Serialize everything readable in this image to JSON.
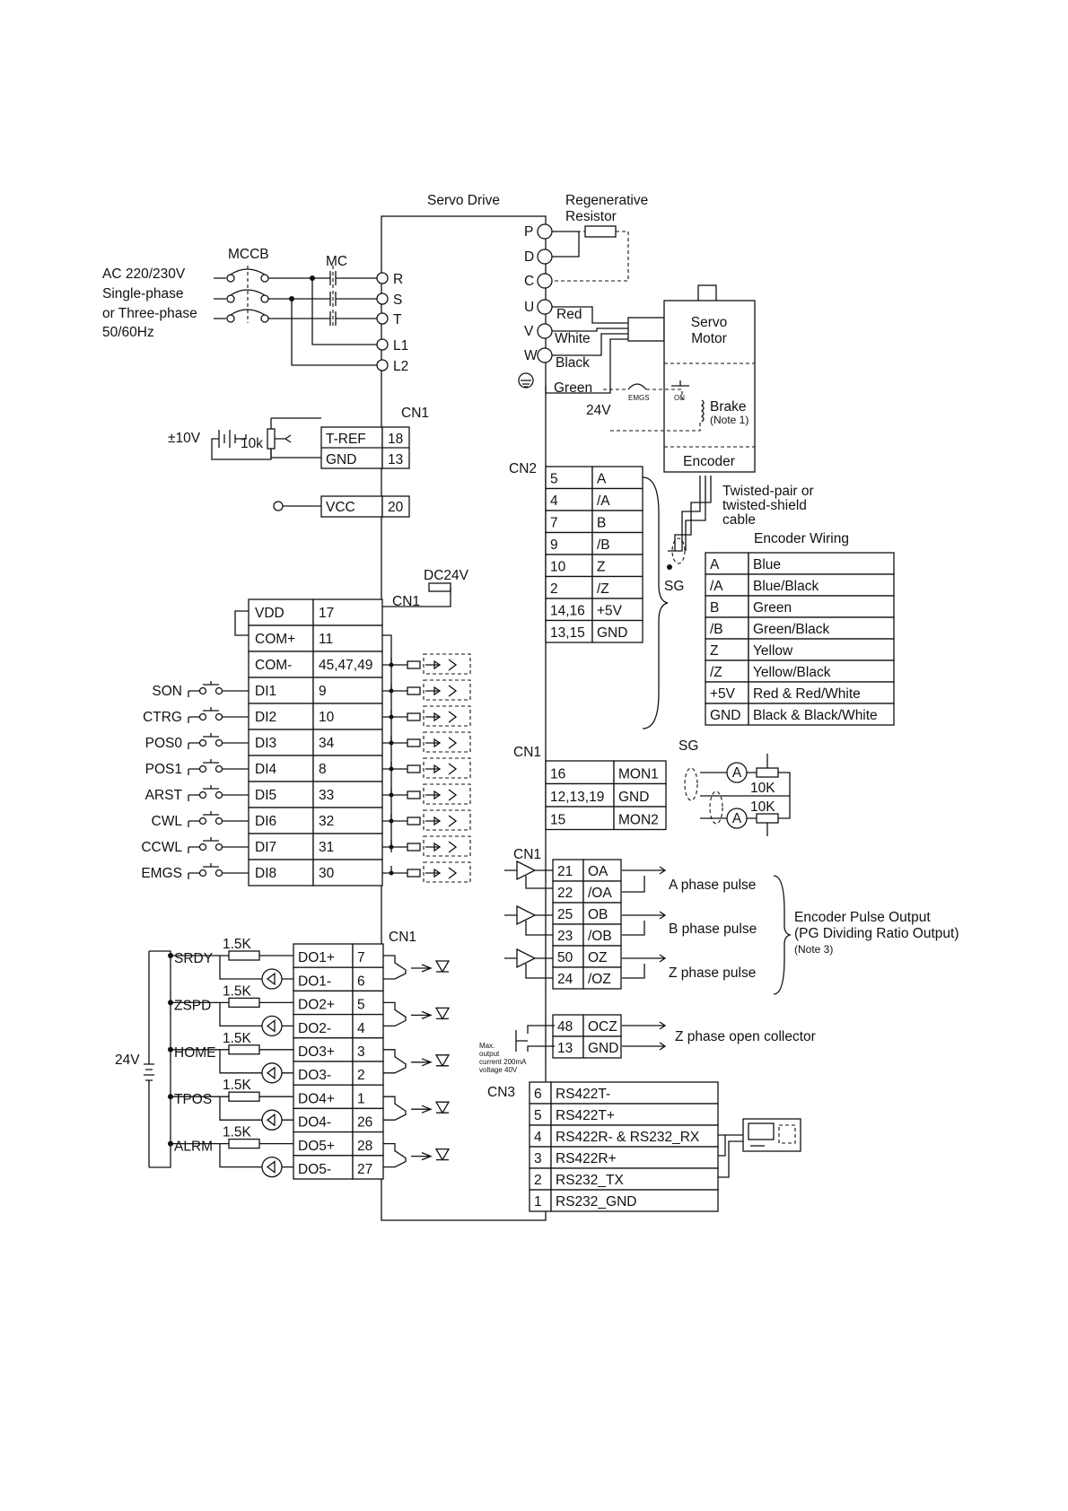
{
  "drive": {
    "title": "Servo Drive"
  },
  "regen": {
    "line1": "Regenerative",
    "line2": "Resistor"
  },
  "power_terms": [
    "P",
    "D",
    "C",
    "U",
    "V",
    "W"
  ],
  "ac": {
    "lines": [
      "AC 220/230V",
      "Single-phase",
      "or Three-phase",
      "50/60Hz"
    ],
    "mccb": "MCCB",
    "mc": "MC",
    "terms": [
      "R",
      "S",
      "T",
      "L1",
      "L2"
    ]
  },
  "motor": {
    "name1": "Servo",
    "name2": "Motor",
    "wires": [
      "Red",
      "White",
      "Black",
      "Green"
    ],
    "brake": "Brake",
    "brake_note": "(Note 1)",
    "emgs": "EMGS",
    "on": "ON",
    "v24": "24V",
    "encoder": "Encoder"
  },
  "cn_labels": {
    "cn1": "CN1",
    "cn2": "CN2",
    "cn3": "CN3"
  },
  "tref": {
    "supply": "±10V",
    "pot": "10k",
    "rows": [
      {
        "name": "T-REF",
        "pin": "18"
      },
      {
        "name": "GND",
        "pin": "13"
      }
    ]
  },
  "vcc": {
    "name": "VCC",
    "pin": "20"
  },
  "dc24v": "DC24V",
  "cn2_rows": [
    {
      "pin": "5",
      "sig": "A"
    },
    {
      "pin": "4",
      "sig": "/A"
    },
    {
      "pin": "7",
      "sig": "B"
    },
    {
      "pin": "9",
      "sig": "/B"
    },
    {
      "pin": "10",
      "sig": "Z"
    },
    {
      "pin": "2",
      "sig": "/Z"
    },
    {
      "pin": "14,16",
      "sig": "+5V"
    },
    {
      "pin": "13,15",
      "sig": "GND"
    }
  ],
  "cable": {
    "line1": "Twisted-pair or",
    "line2": "twisted-shield",
    "line3": "cable",
    "sg": "SG"
  },
  "enc_wiring": {
    "title": "Encoder Wiring",
    "rows": [
      {
        "sig": "A",
        "color": "Blue"
      },
      {
        "sig": "/A",
        "color": "Blue/Black"
      },
      {
        "sig": "B",
        "color": "Green"
      },
      {
        "sig": "/B",
        "color": "Green/Black"
      },
      {
        "sig": "Z",
        "color": "Yellow"
      },
      {
        "sig": "/Z",
        "color": "Yellow/Black"
      },
      {
        "sig": "+5V",
        "color": "Red & Red/White"
      },
      {
        "sig": "GND",
        "color": "Black & Black/White"
      }
    ]
  },
  "di_rows": [
    {
      "ext": "",
      "name": "VDD",
      "pin": "17"
    },
    {
      "ext": "",
      "name": "COM+",
      "pin": "11"
    },
    {
      "ext": "",
      "name": "COM-",
      "pin": "45,47,49"
    },
    {
      "ext": "SON",
      "name": "DI1",
      "pin": "9"
    },
    {
      "ext": "CTRG",
      "name": "DI2",
      "pin": "10"
    },
    {
      "ext": "POS0",
      "name": "DI3",
      "pin": "34"
    },
    {
      "ext": "POS1",
      "name": "DI4",
      "pin": "8"
    },
    {
      "ext": "ARST",
      "name": "DI5",
      "pin": "33"
    },
    {
      "ext": "CWL",
      "name": "DI6",
      "pin": "32"
    },
    {
      "ext": "CCWL",
      "name": "DI7",
      "pin": "31"
    },
    {
      "ext": "EMGS",
      "name": "DI8",
      "pin": "30"
    }
  ],
  "mon": {
    "sg": "SG",
    "ammeter": "A",
    "pot": "10K",
    "rows": [
      {
        "pin": "16",
        "sig": "MON1"
      },
      {
        "pin": "12,13,19",
        "sig": "GND"
      },
      {
        "pin": "15",
        "sig": "MON2"
      }
    ]
  },
  "pulse_rows": [
    {
      "pin": "21",
      "sig": "OA"
    },
    {
      "pin": "22",
      "sig": "/OA"
    },
    {
      "pin": "25",
      "sig": "OB"
    },
    {
      "pin": "23",
      "sig": "/OB"
    },
    {
      "pin": "50",
      "sig": "OZ"
    },
    {
      "pin": "24",
      "sig": "/OZ"
    }
  ],
  "pulse_labels": [
    "A phase pulse",
    "B phase pulse",
    "Z phase pulse"
  ],
  "enc_out": {
    "line1": "Encoder Pulse Output",
    "line2": "(PG Dividing Ratio Output)",
    "note": "(Note 3)"
  },
  "ocz_rows": [
    {
      "pin": "48",
      "sig": "OCZ"
    },
    {
      "pin": "13",
      "sig": "GND"
    }
  ],
  "ocz_label": "Z phase open collector",
  "ocz_note": [
    "Max.",
    "output",
    "current 200mA",
    "voltage 40V"
  ],
  "do_rows": [
    {
      "name": "DO1+",
      "pin": "7"
    },
    {
      "name": "DO1-",
      "pin": "6"
    },
    {
      "name": "DO2+",
      "pin": "5"
    },
    {
      "name": "DO2-",
      "pin": "4"
    },
    {
      "name": "DO3+",
      "pin": "3"
    },
    {
      "name": "DO3-",
      "pin": "2"
    },
    {
      "name": "DO4+",
      "pin": "1"
    },
    {
      "name": "DO4-",
      "pin": "26"
    },
    {
      "name": "DO5+",
      "pin": "28"
    },
    {
      "name": "DO5-",
      "pin": "27"
    }
  ],
  "do_ext": [
    "SRDY",
    "ZSPD",
    "HOME",
    "TPOS",
    "ALRM"
  ],
  "res_1k5": "1.5K",
  "v24_supply": "24V",
  "cn3_rows": [
    {
      "pin": "6",
      "sig": "RS422T-"
    },
    {
      "pin": "5",
      "sig": "RS422T+"
    },
    {
      "pin": "4",
      "sig": "RS422R- & RS232_RX"
    },
    {
      "pin": "3",
      "sig": "RS422R+"
    },
    {
      "pin": "2",
      "sig": "RS232_TX"
    },
    {
      "pin": "1",
      "sig": "RS232_GND"
    }
  ]
}
